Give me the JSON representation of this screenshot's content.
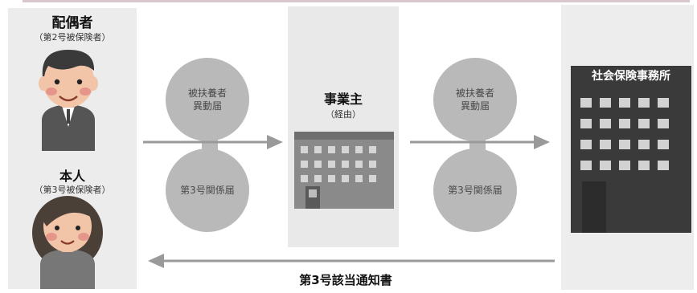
{
  "people": {
    "spouse": {
      "title": "配偶者",
      "subtitle": "（第2号被保険者）"
    },
    "self": {
      "title": "本人",
      "subtitle": "（第3号被保険者）"
    }
  },
  "forms_left": {
    "top": "被扶養者\n異動届",
    "bottom": "第3号関係届"
  },
  "employer": {
    "title": "事業主",
    "subtitle": "（経由）"
  },
  "forms_right": {
    "top": "被扶養者\n異動届",
    "bottom": "第3号関係届"
  },
  "office": {
    "title": "社会保険事務所"
  },
  "return_notice": "第3号該当通知書",
  "colors": {
    "panel": "#ececec",
    "circle": "#b9b9b9",
    "arrow": "#9a9a9a",
    "building_dark": "#3a3a3a",
    "building_light": "#8a8a8a"
  }
}
